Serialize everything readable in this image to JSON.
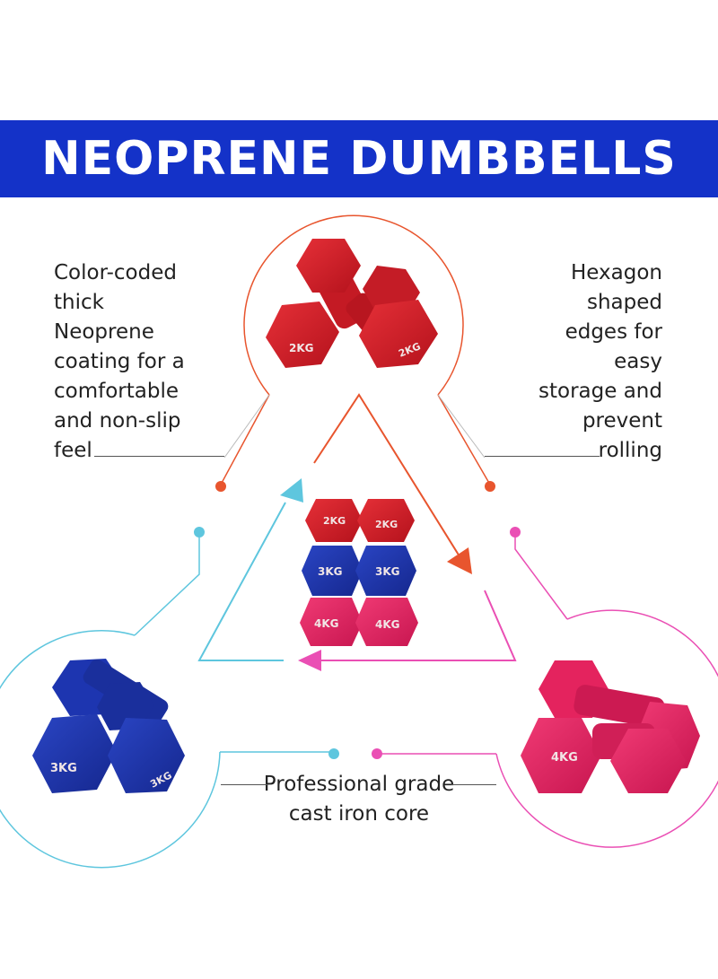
{
  "banner": {
    "title": "NEOPRENE DUMBBELLS"
  },
  "features": {
    "left": [
      "Color-coded",
      "thick",
      "Neoprene",
      "coating for a",
      "comfortable",
      "and non-slip",
      "feel"
    ],
    "right": [
      "Hexagon",
      "shaped",
      "edges for",
      "easy",
      "storage and",
      "prevent",
      "rolling"
    ],
    "bottom": [
      "Professional grade",
      "cast iron core"
    ]
  },
  "products": {
    "red": {
      "label": "2KG",
      "color": "#d4202a"
    },
    "blue": {
      "label": "3KG",
      "color": "#1d35b0"
    },
    "pink": {
      "label": "4KG",
      "color": "#e4235e"
    }
  },
  "colors": {
    "banner": "#1432c8",
    "red_line": "#e8552e",
    "cyan_line": "#5ec6de",
    "pink_line": "#ea4fb4"
  },
  "icons": [
    "circular-arrow-cycle"
  ]
}
